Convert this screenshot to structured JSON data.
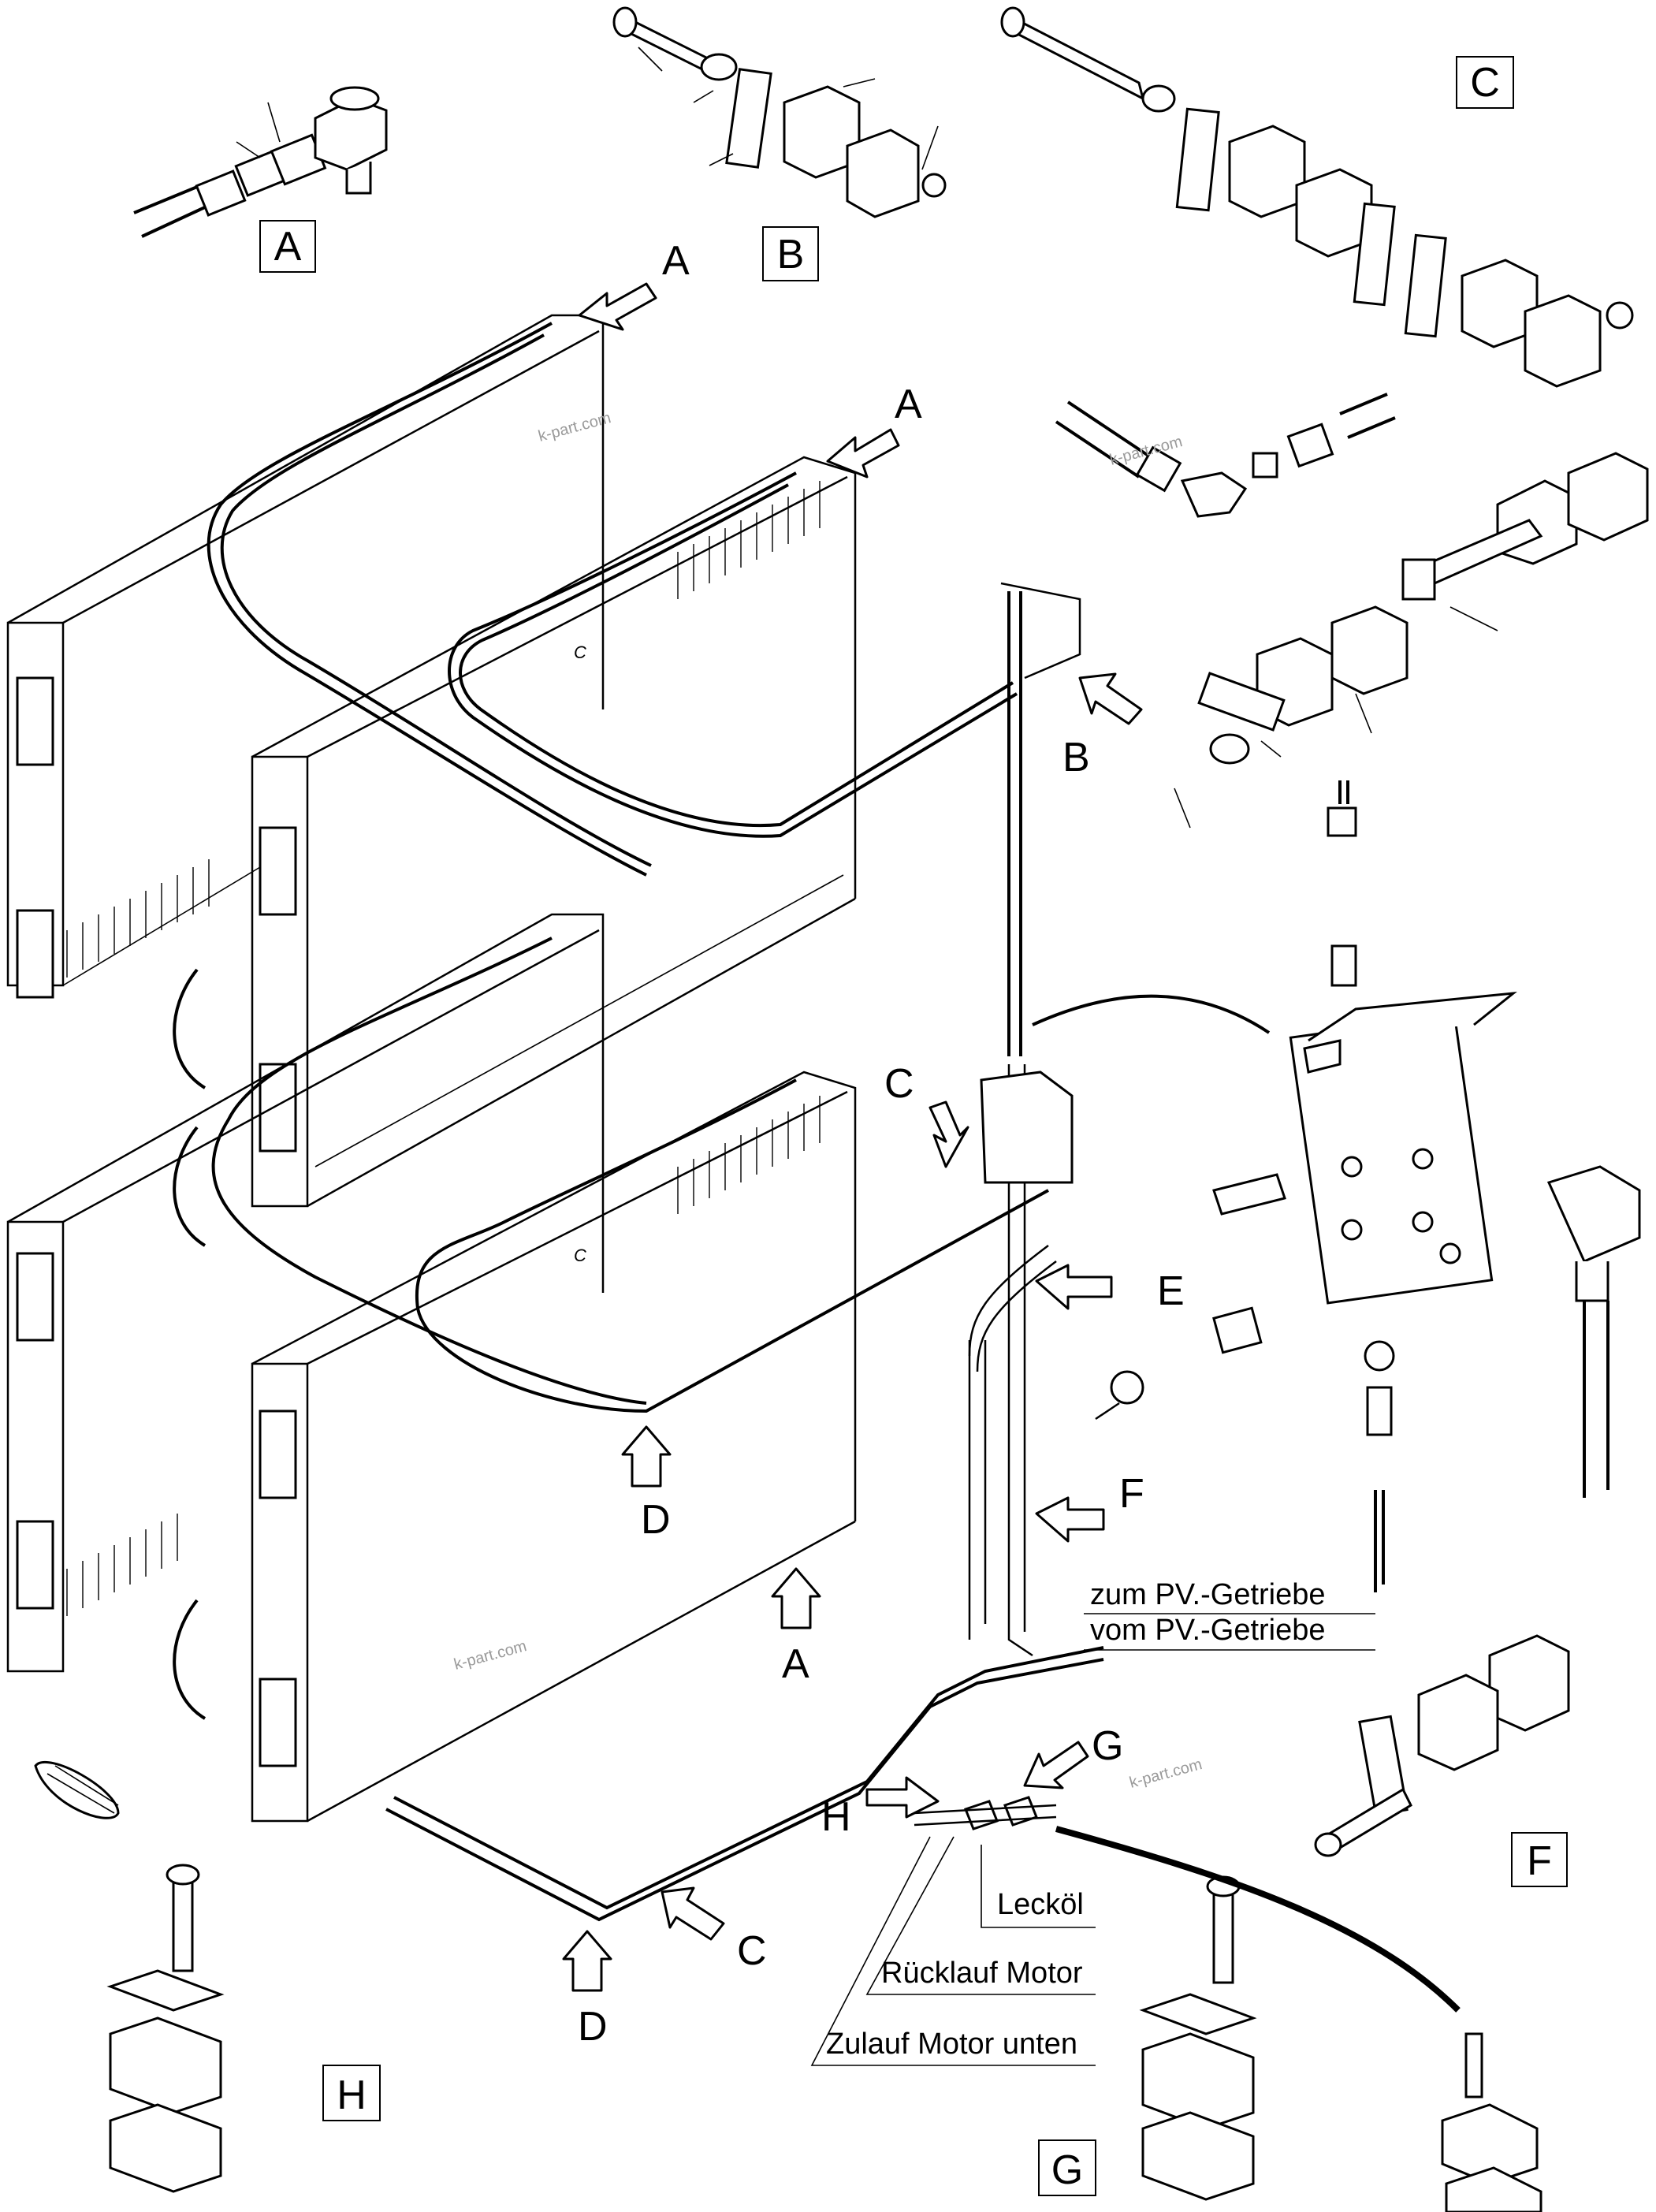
{
  "callouts": {
    "A": "A",
    "B": "B",
    "C": "C",
    "D": "D",
    "E": "E",
    "F": "F",
    "G": "G",
    "H": "H"
  },
  "line_labels": {
    "to_transfer_gearbox": "zum PV.-Getriebe",
    "from_transfer_gearbox": "vom PV.-Getriebe",
    "leak_oil": "Lecköl",
    "return_motor": "Rücklauf Motor",
    "feed_motor_lower": "Zulauf Motor unten"
  },
  "watermark": "k-part.com",
  "cooler_mark": "C"
}
